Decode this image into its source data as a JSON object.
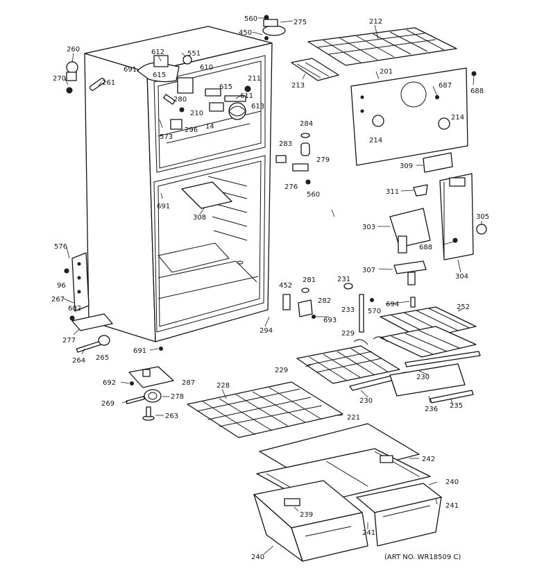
{
  "diagram": {
    "art_number": "(ART NO. WR18509 C)",
    "parts": {
      "p560a": "560",
      "p275a": "275",
      "p450": "450",
      "p212": "212",
      "p260": "260",
      "p270": "270",
      "p612": "612",
      "p551": "551",
      "p691a": "691",
      "p615a": "615",
      "p610": "610",
      "p211": "211",
      "p261": "261",
      "p213": "213",
      "p201": "201",
      "p687": "687",
      "p688a": "688",
      "p615b": "615",
      "p611": "611",
      "p280": "280",
      "p613": "613",
      "p210": "210",
      "p14": "14",
      "p296": "296",
      "p573": "573",
      "p284": "284",
      "p214a": "214",
      "p214b": "214",
      "p283": "283",
      "p279": "279",
      "p309": "309",
      "p276": "276",
      "p560b": "560",
      "p691b": "691",
      "p311": "311",
      "p308": "308",
      "p305": "305",
      "p303": "303",
      "p688b": "688",
      "p576": "576",
      "p307": "307",
      "p304": "304",
      "p96": "96",
      "p281": "281",
      "p231": "231",
      "p452": "452",
      "p267": "267",
      "p282": "282",
      "p694": "694",
      "p252": "252",
      "p602": "602",
      "p233": "233",
      "p570": "570",
      "p693": "693",
      "p294": "294",
      "p277": "277",
      "p229a": "229",
      "p691c": "691",
      "p264": "264",
      "p265": "265",
      "p229b": "229",
      "p230a": "230",
      "p692": "692",
      "p287": "287",
      "p228": "228",
      "p230b": "230",
      "p236": "236",
      "p235": "235",
      "p269": "269",
      "p278": "278",
      "p263": "263",
      "p221": "221",
      "p242": "242",
      "p240a": "240",
      "p239": "239",
      "p241a": "241",
      "p241b": "241",
      "p240b": "240"
    }
  }
}
